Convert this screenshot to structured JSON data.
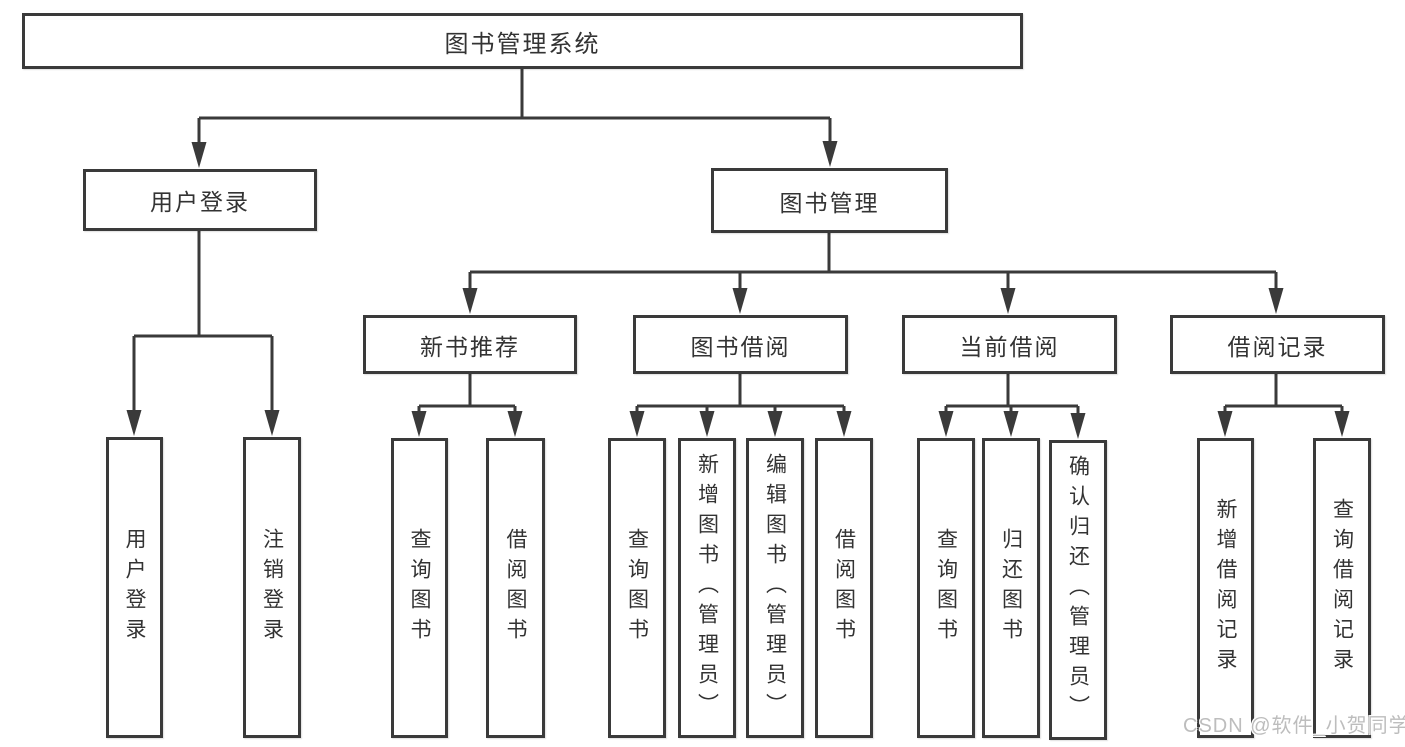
{
  "tree": {
    "label": "图书管理系统",
    "children": [
      {
        "label": "用户登录",
        "children": [
          {
            "label": "用户登录"
          },
          {
            "label": "注销登录"
          }
        ]
      },
      {
        "label": "图书管理",
        "children": [
          {
            "label": "新书推荐",
            "children": [
              {
                "label": "查询图书"
              },
              {
                "label": "借阅图书"
              }
            ]
          },
          {
            "label": "图书借阅",
            "children": [
              {
                "label": "查询图书"
              },
              {
                "label": "新增图书（管理员）"
              },
              {
                "label": "编辑图书（管理员）"
              },
              {
                "label": "借阅图书"
              }
            ]
          },
          {
            "label": "当前借阅",
            "children": [
              {
                "label": "查询图书"
              },
              {
                "label": "归还图书"
              },
              {
                "label": "确认归还（管理员）"
              }
            ]
          },
          {
            "label": "借阅记录",
            "children": [
              {
                "label": "新增借阅记录"
              },
              {
                "label": "查询借阅记录"
              }
            ]
          }
        ]
      }
    ]
  },
  "watermark": {
    "text": "CSDN @软件_小贺同学"
  },
  "colors": {
    "line": "#3a3a3a",
    "text": "#333333",
    "background": "#ffffff",
    "watermark": "#bdbdbd"
  }
}
